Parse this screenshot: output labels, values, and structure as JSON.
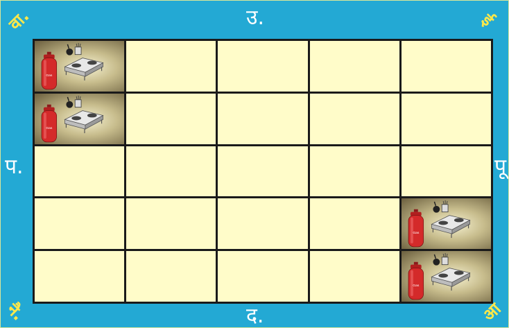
{
  "directions": {
    "north": "उ.",
    "south": "द.",
    "west": "प.",
    "east": "पू"
  },
  "corners": {
    "north_west": "वा.",
    "north_east": "ई",
    "south_west": "नै.",
    "south_east": "आ"
  },
  "grid": {
    "rows": 5,
    "cols": 5,
    "kitchen_cells": [
      [
        0,
        0
      ],
      [
        1,
        0
      ],
      [
        3,
        4
      ],
      [
        4,
        4
      ]
    ]
  },
  "kitchen_icon": {
    "cylinder_label": "Gas",
    "icons": [
      "gas-cylinder-icon",
      "gas-stove-icon",
      "frying-pan-icon",
      "utensil-holder-icon"
    ]
  },
  "colors": {
    "border": "#23a9d4",
    "cell": "#fffcc9",
    "grid_lines": "#1a1a1a",
    "direction_text": "#ffffff",
    "corner_text": "#ffe84a",
    "cylinder": "#d42a2a"
  }
}
